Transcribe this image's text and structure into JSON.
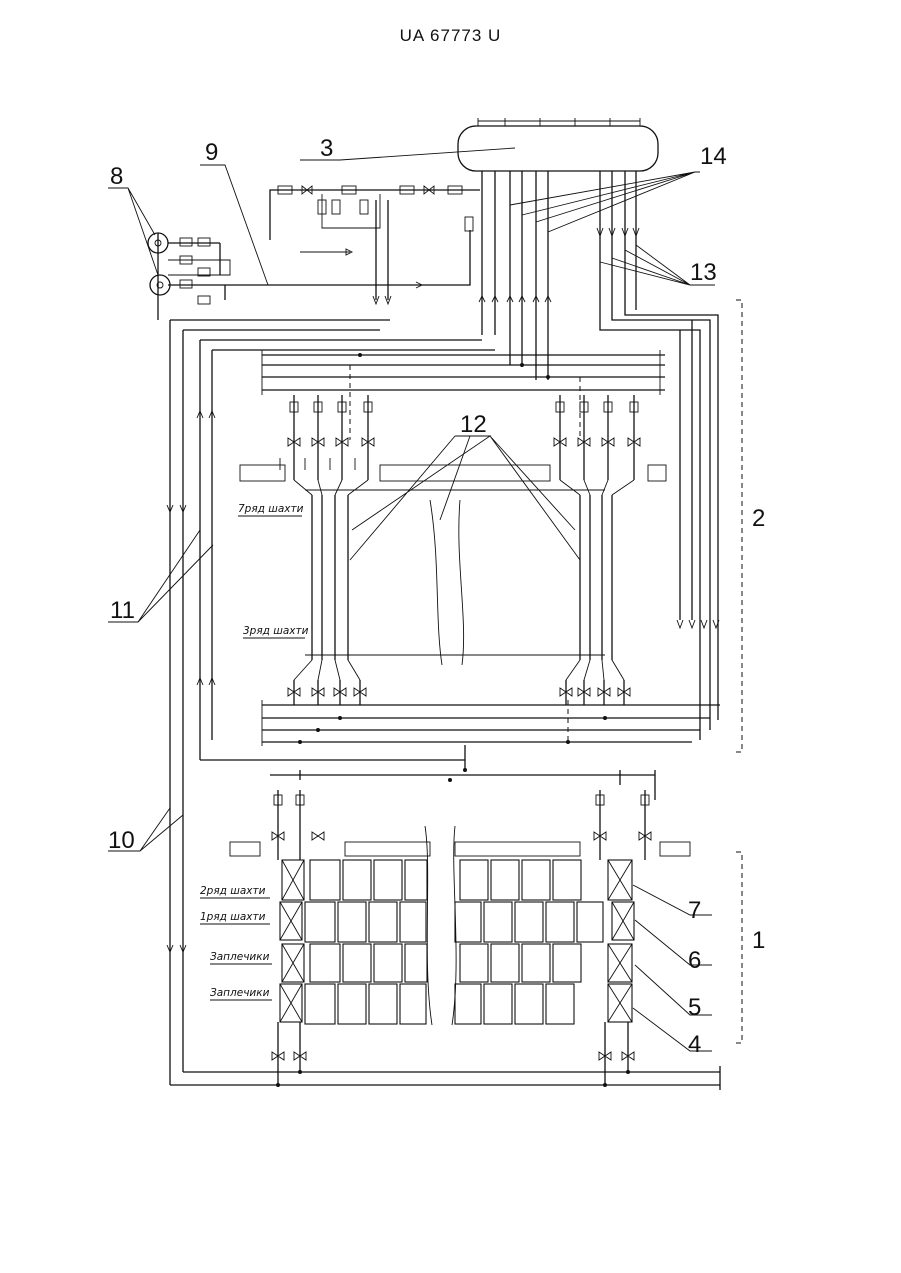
{
  "document": {
    "header": "UA   67773   U"
  },
  "callouts": {
    "n1": "1",
    "n2": "2",
    "n3": "3",
    "n4": "4",
    "n5": "5",
    "n6": "6",
    "n7": "7",
    "n8": "8",
    "n9": "9",
    "n10": "10",
    "n11": "11",
    "n12": "12",
    "n13": "13",
    "n14": "14"
  },
  "row_labels": {
    "row7": "7ряд шахти",
    "row3": "3ряд шахти",
    "row2": "2ряд шахти",
    "row1": "1ряд шахти",
    "shoulder_a": "Заплечики",
    "shoulder_b": "Заплечики"
  }
}
